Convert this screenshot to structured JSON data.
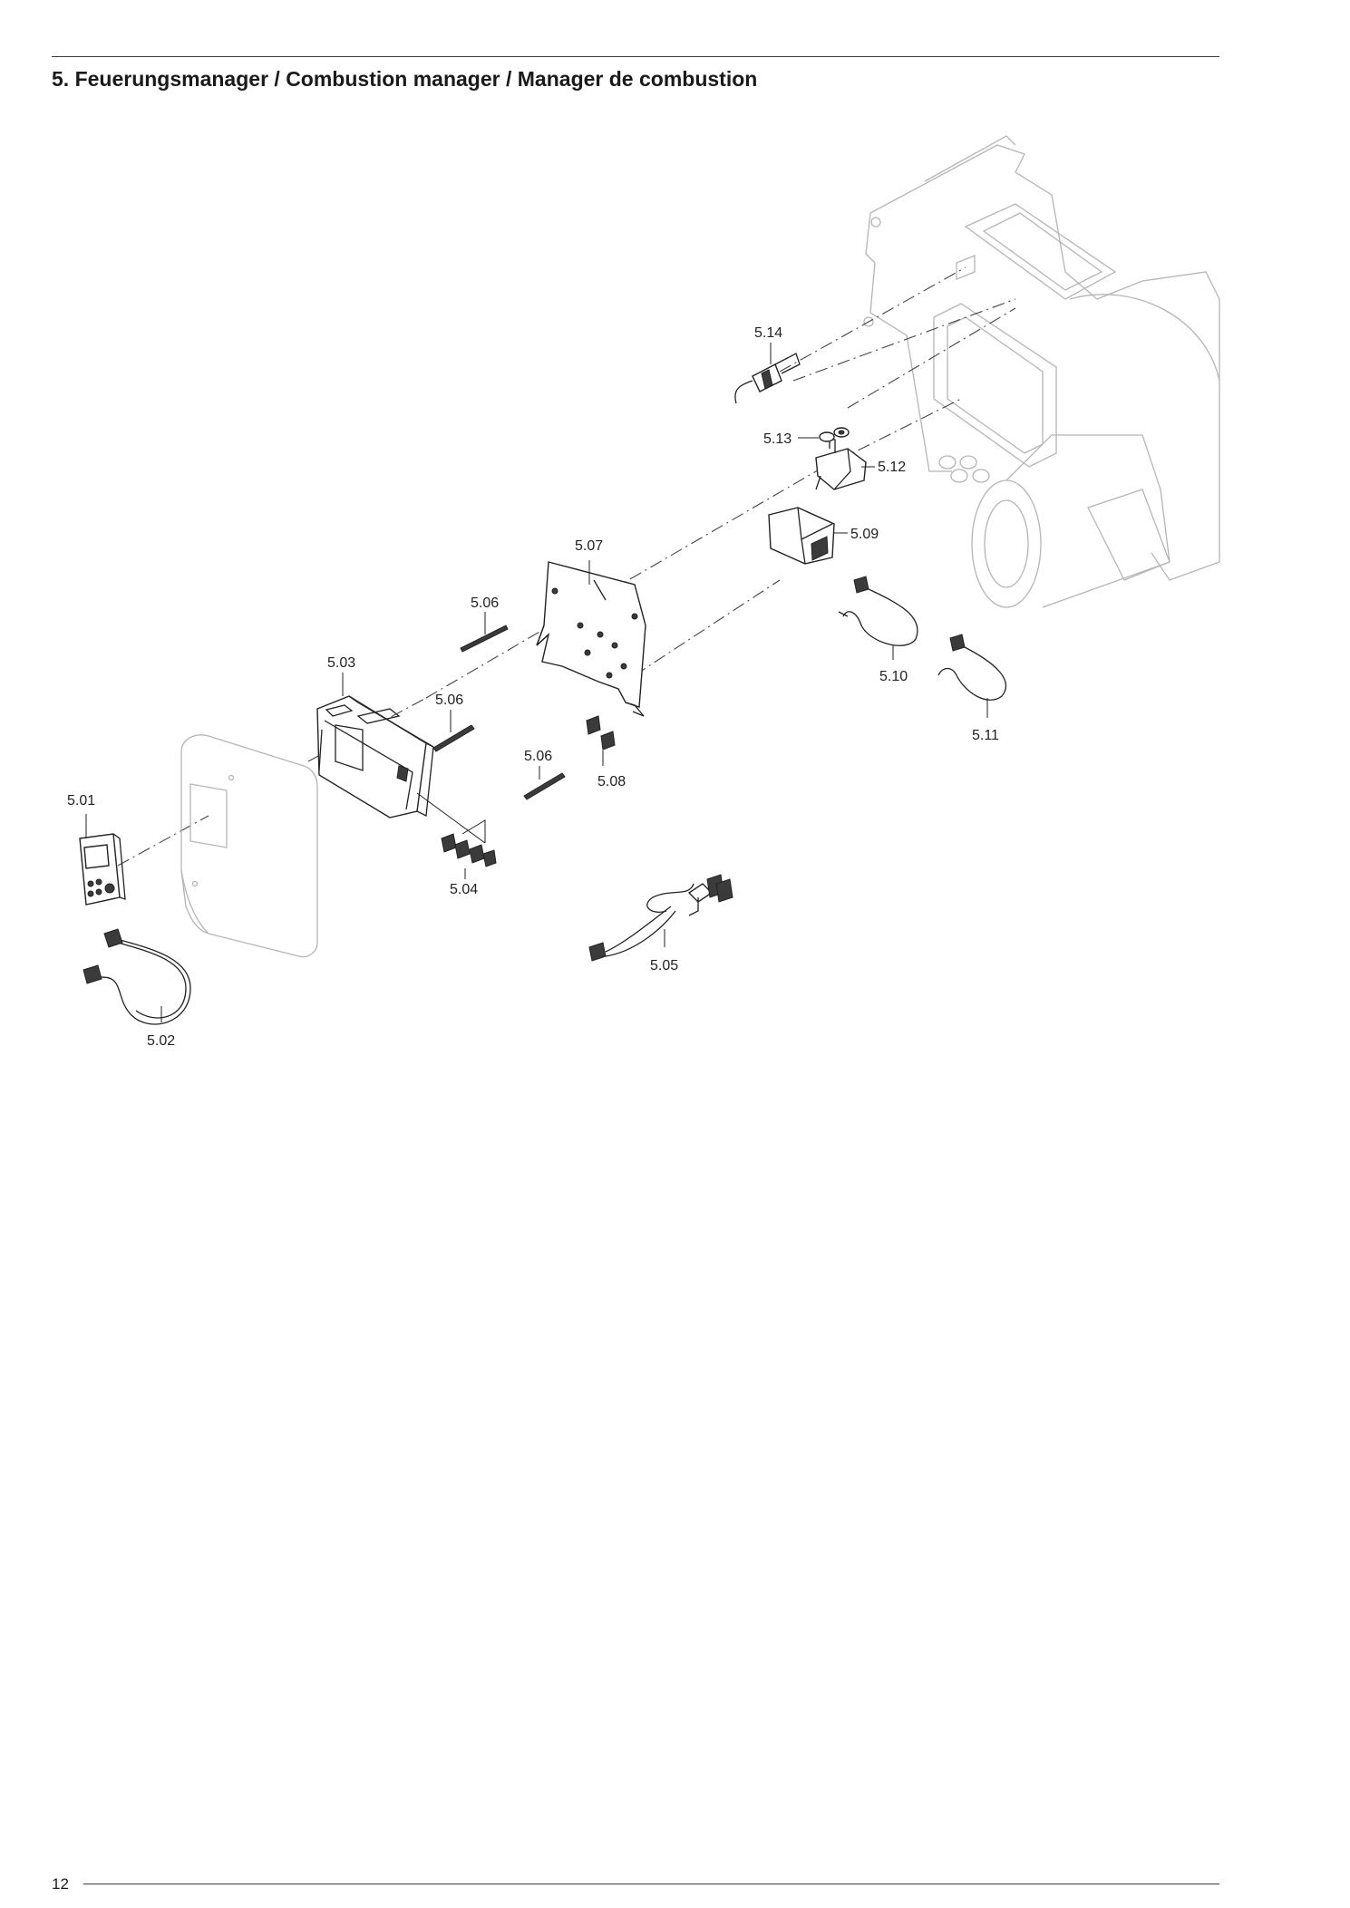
{
  "header": {
    "title": "5. Feuerungsmanager / Combustion manager / Manager de combustion"
  },
  "footer": {
    "page_number": "12"
  },
  "labels": {
    "p501": "5.01",
    "p502": "5.02",
    "p503": "5.03",
    "p504": "5.04",
    "p505": "5.05",
    "p506a": "5.06",
    "p506b": "5.06",
    "p506c": "5.06",
    "p507": "5.07",
    "p508": "5.08",
    "p509": "5.09",
    "p510": "5.10",
    "p511": "5.11",
    "p512": "5.12",
    "p513": "5.13",
    "p514": "5.14"
  }
}
